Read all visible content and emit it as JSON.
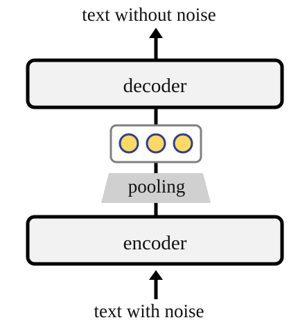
{
  "labels": {
    "output_text": "text without noise",
    "input_text": "text with noise",
    "decoder": "decoder",
    "encoder": "encoder",
    "pooling": "pooling"
  },
  "colors": {
    "box_fill": "#f2f2f2",
    "box_stroke": "#000000",
    "pooling_fill": "#d0d0d0",
    "latent_fill": "#ffd966",
    "latent_stroke": "#2f3f8f",
    "latent_frame": "#7f7f7f",
    "line": "#000000"
  },
  "latent_vector": {
    "count": 3
  }
}
